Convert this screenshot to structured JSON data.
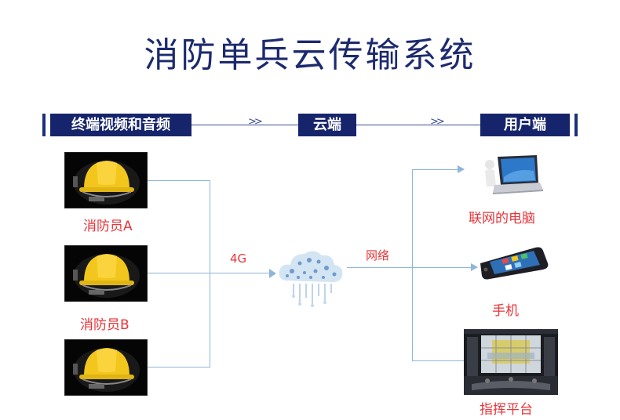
{
  "title": "消防单兵云传输系统",
  "stages": {
    "terminal": "终端视频和音频",
    "cloud": "云端",
    "user": "用户端"
  },
  "connections": {
    "uplink_label": "4G",
    "downlink_label": "网络"
  },
  "firefighters": [
    {
      "label": "消防员A"
    },
    {
      "label": "消防员B"
    }
  ],
  "devices": [
    {
      "label": "联网的电脑",
      "icon": "laptop-icon"
    },
    {
      "label": "手机",
      "icon": "smartphone-icon"
    },
    {
      "label": "指挥平台",
      "icon": "command-center-icon"
    }
  ],
  "colors": {
    "title": "#1c2a6e",
    "stage_bg": "#16256b",
    "caption": "#e8353a",
    "connector": "#8fb5d8",
    "helmet": "#f2c61c"
  }
}
